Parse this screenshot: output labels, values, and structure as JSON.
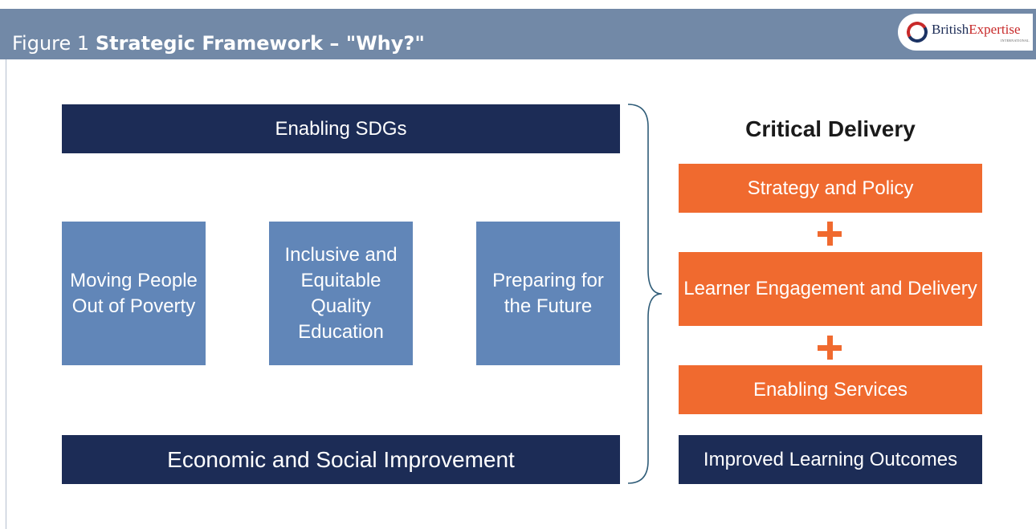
{
  "header": {
    "figure_label": "Figure 1",
    "title": "Strategic Framework – \"Why?\"",
    "logo_text_1": "British",
    "logo_text_2": "Expertise",
    "logo_subtext": "INTERNATIONAL"
  },
  "framework": {
    "top_label": "Enabling SDGs",
    "pillars": [
      "Moving People Out of Poverty",
      "Inclusive and Equitable Quality Education",
      "Preparing for the Future"
    ],
    "bottom_label": "Economic and Social Improvement"
  },
  "delivery": {
    "title": "Critical Delivery",
    "items": [
      "Strategy and Policy",
      "Learner Engagement and Delivery",
      "Enabling Services"
    ],
    "outcome": "Improved Learning Outcomes"
  },
  "colors": {
    "header": "#7289a7",
    "navy": "#1c2c56",
    "blue": "#6186b8",
    "orange": "#f06a2f",
    "logo_red": "#c82a2a"
  }
}
